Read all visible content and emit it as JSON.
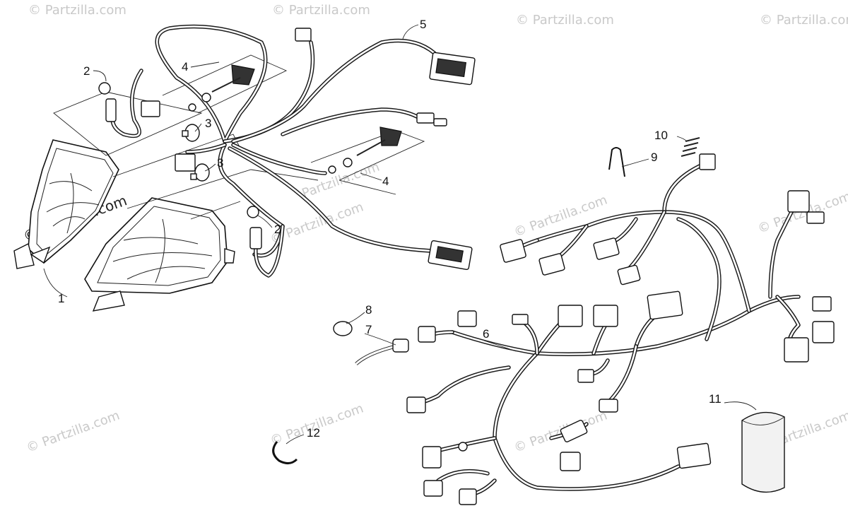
{
  "watermarks": {
    "copyright_text": "© Partzilla.com",
    "brand_text": "Partzilla.com"
  },
  "callouts": [
    {
      "id": "1",
      "label": "1"
    },
    {
      "id": "2a",
      "label": "2"
    },
    {
      "id": "2b",
      "label": "2"
    },
    {
      "id": "3a",
      "label": "3"
    },
    {
      "id": "3b",
      "label": "3"
    },
    {
      "id": "4a",
      "label": "4"
    },
    {
      "id": "4b",
      "label": "4"
    },
    {
      "id": "5",
      "label": "5"
    },
    {
      "id": "6",
      "label": "6"
    },
    {
      "id": "7",
      "label": "7"
    },
    {
      "id": "8",
      "label": "8"
    },
    {
      "id": "9",
      "label": "9"
    },
    {
      "id": "10",
      "label": "10"
    },
    {
      "id": "11",
      "label": "11"
    },
    {
      "id": "12",
      "label": "12"
    }
  ]
}
